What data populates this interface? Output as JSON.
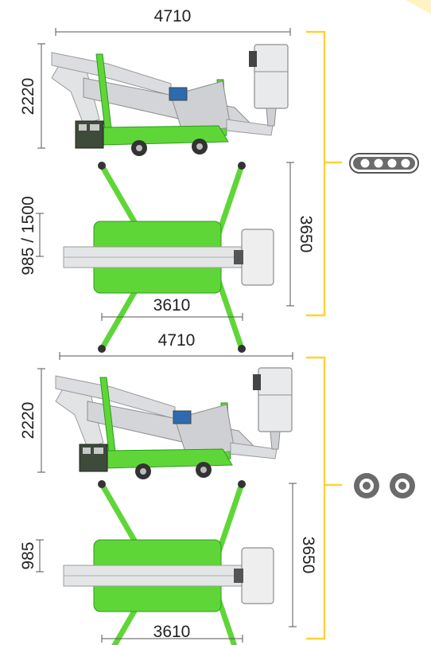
{
  "config_tracked": {
    "length": "4710",
    "height": "2220",
    "width": "985 / 1500",
    "outrigger_span": "3610",
    "outrigger_depth": "3650",
    "drive_icon": "tracks-icon"
  },
  "config_wheeled": {
    "length": "4710",
    "height": "2220",
    "width": "985",
    "outrigger_span": "3610",
    "outrigger_depth": "3650",
    "drive_icon": "wheels-icon"
  },
  "colors": {
    "machine_green": "#5fd638",
    "dark_green": "#2f9a1e",
    "boom_grey": "#d9dadc",
    "bracket_yellow": "#ffd233",
    "text": "#222222",
    "icon_grey": "#6b6b6b"
  }
}
